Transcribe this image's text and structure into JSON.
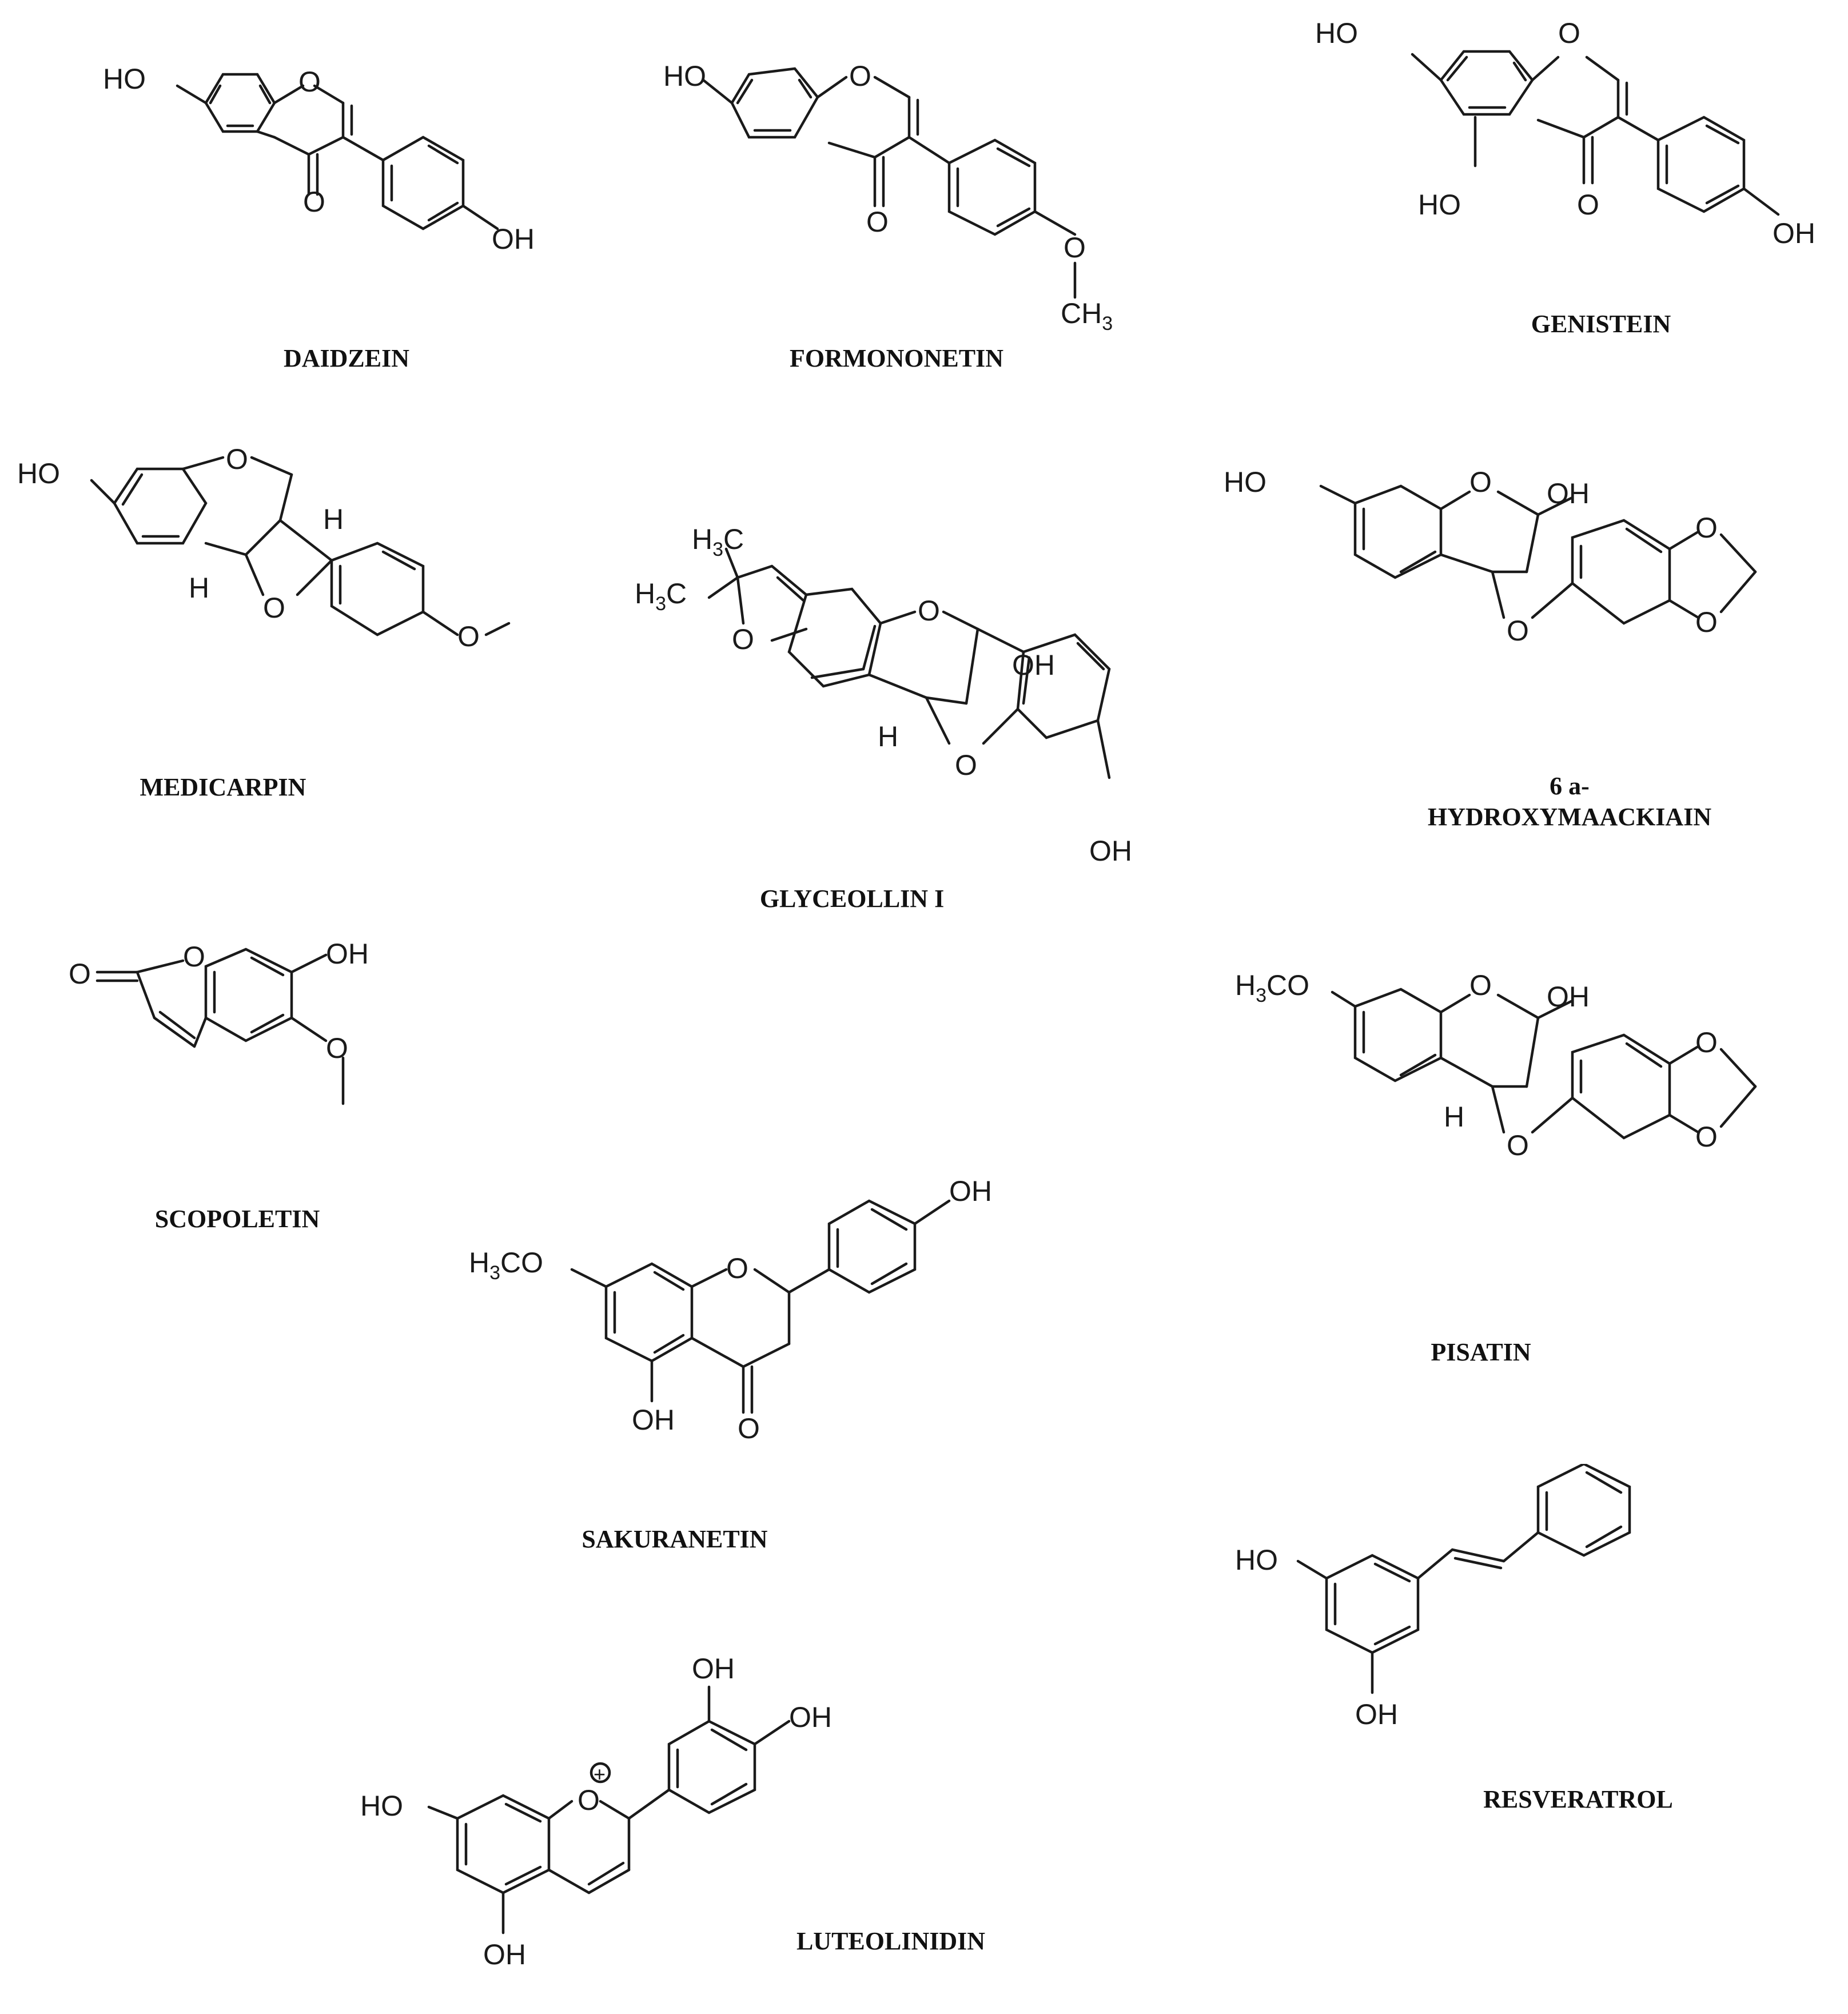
{
  "compounds": [
    {
      "name": "DAIDZEIN"
    },
    {
      "name": "FORMONONETIN"
    },
    {
      "name": "GENISTEIN"
    },
    {
      "name": "MEDICARPIN"
    },
    {
      "name": "GLYCEOLLIN I"
    },
    {
      "name": "6 a-HYDROXYMAACKIAIN",
      "lines": [
        "6 a-",
        "HYDROXYMAACKIAIN"
      ]
    },
    {
      "name": "SCOPOLETIN"
    },
    {
      "name": "PISATIN"
    },
    {
      "name": "SAKURANETIN"
    },
    {
      "name": "RESVERATROL"
    },
    {
      "name": "LUTEOLINIDIN"
    }
  ],
  "atom_labels": {
    "HO": "HO",
    "OH": "OH",
    "O": "O",
    "H": "H",
    "H3C": "H3C",
    "CH3": "CH3",
    "H3CO": "H3CO",
    "plus": "+"
  }
}
